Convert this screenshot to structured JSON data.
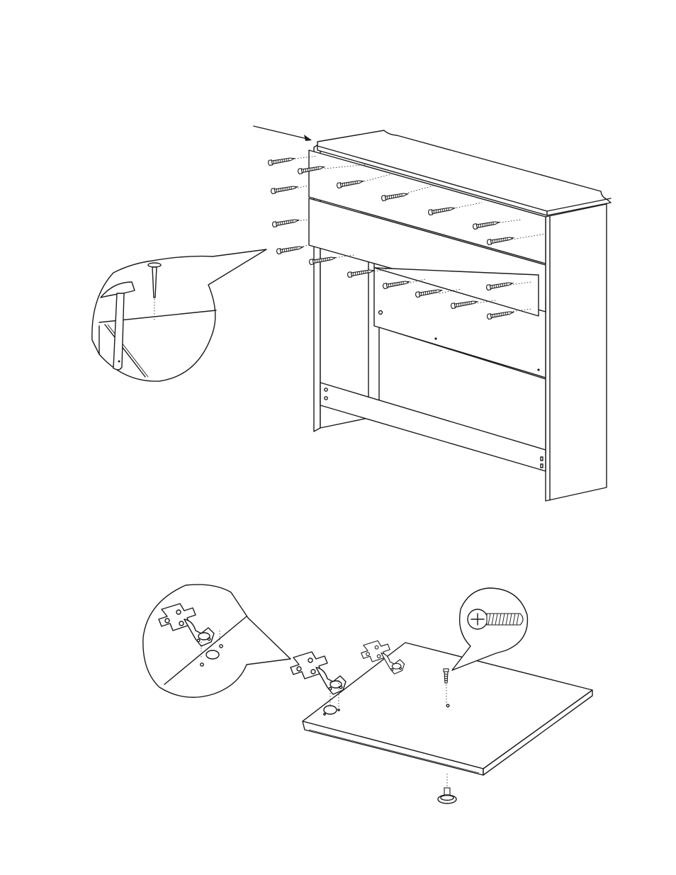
{
  "figures": [
    {
      "name": "back-panel-assembly",
      "parts": [
        "back-panel",
        "screws",
        "nail"
      ],
      "screw_count": 16
    },
    {
      "name": "door-hinge-assembly",
      "parts": [
        "hinges",
        "screw",
        "door-knob"
      ],
      "hinge_count": 2
    }
  ],
  "icons": [
    "hammer-icon",
    "nail-icon",
    "screw-icon",
    "hinge-icon",
    "knob-icon",
    "arrow-icon"
  ],
  "colors": {
    "line": "#1a1a1a",
    "background": "#ffffff"
  }
}
